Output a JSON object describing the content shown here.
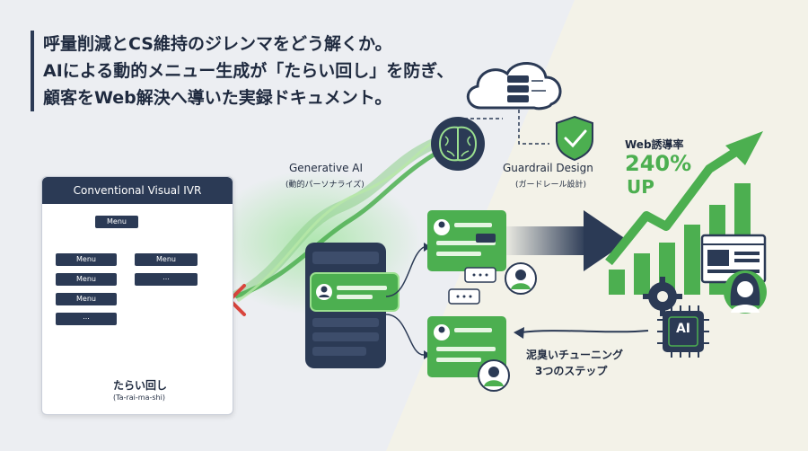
{
  "headline": {
    "line1": "呼量削減とCS維持のジレンマをどう解くか。",
    "line2": "AIによる動的メニュー生成が「たらい回し」を防ぎ、",
    "line3": "顧客をWeb解決へ導いた実録ドキュメント。"
  },
  "ivr": {
    "title": "Conventional Visual IVR",
    "menu_top": "Menu",
    "menu_left": [
      "Menu",
      "Menu",
      "Menu",
      "..."
    ],
    "menu_right": [
      "Menu",
      "..."
    ],
    "tarai_label": "たらい回し",
    "tarai_romaji": "(Ta-rai-ma-shi)"
  },
  "generative_ai": {
    "title": "Generative AI",
    "subtitle": "(動的パーソナライズ)"
  },
  "guardrail": {
    "title": "Guardrail Design",
    "subtitle": "(ガードレール設計)"
  },
  "result": {
    "label": "Web誘導率",
    "value": "240%",
    "unit": "UP"
  },
  "tuning": {
    "line1": "泥臭いチューニング",
    "line2": "3つのステップ"
  },
  "chip_label": "AI",
  "colors": {
    "navy": "#2b3a55",
    "green": "#4caf50",
    "light_green": "#8ed08a",
    "accent_red": "#d9453d"
  }
}
